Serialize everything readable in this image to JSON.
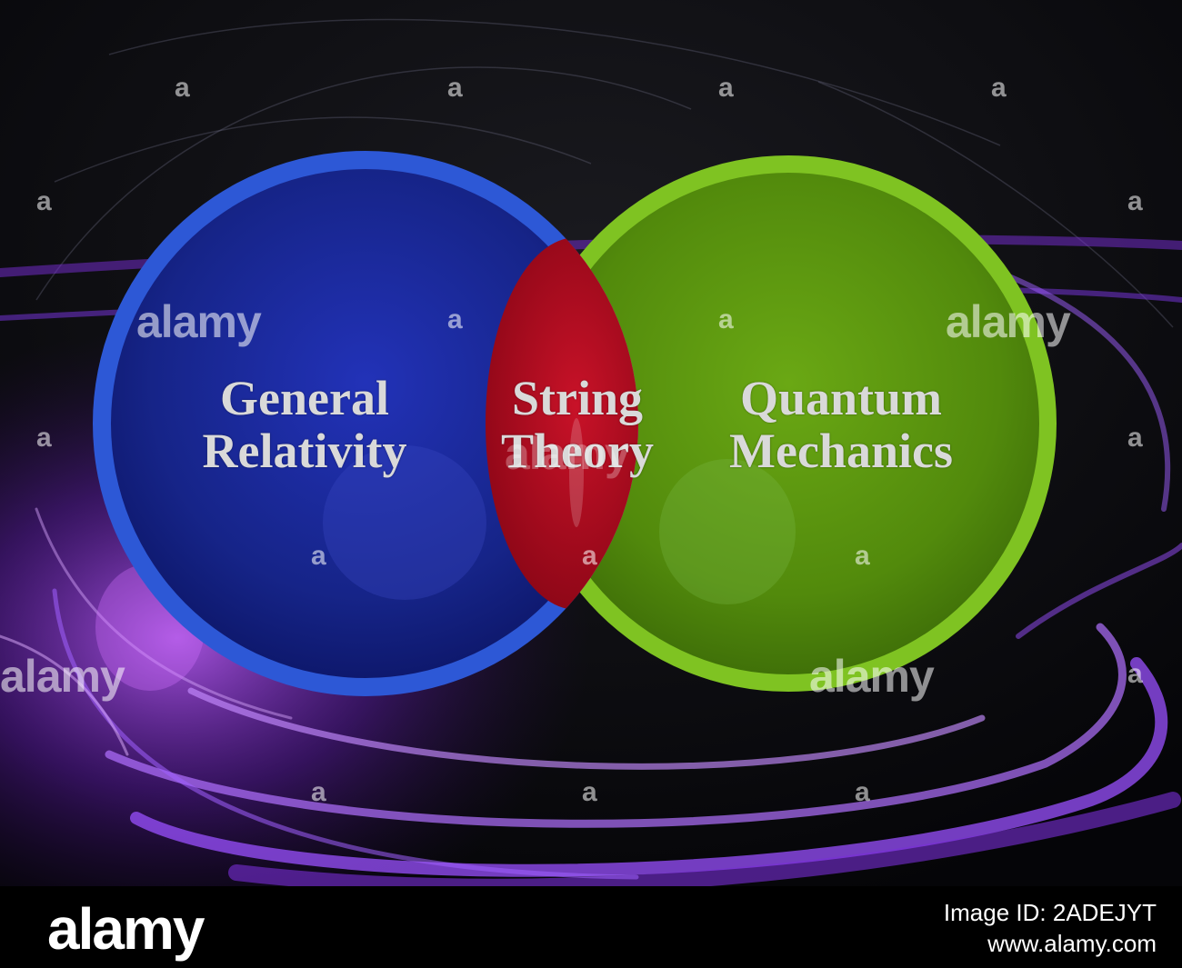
{
  "diagram": {
    "left": "General\nRelativity",
    "middle": "String\nTheory",
    "right": "Quantum\nMechanics"
  },
  "colors": {
    "left_fill": "#1a2a9a",
    "left_rim": "#2c55d8",
    "right_fill": "#5f9a10",
    "right_rim": "#8fd42a",
    "middle_fill": "#b80c20",
    "middle_rim": "#ff3050",
    "label": "#d9d9d9",
    "swirl": "#8a3cff"
  },
  "watermarks": {
    "text": "alamy",
    "mark": "a"
  },
  "footer": {
    "logo": "alamy",
    "image_id": "Image ID: 2ADEJYT",
    "url": "www.alamy.com"
  }
}
